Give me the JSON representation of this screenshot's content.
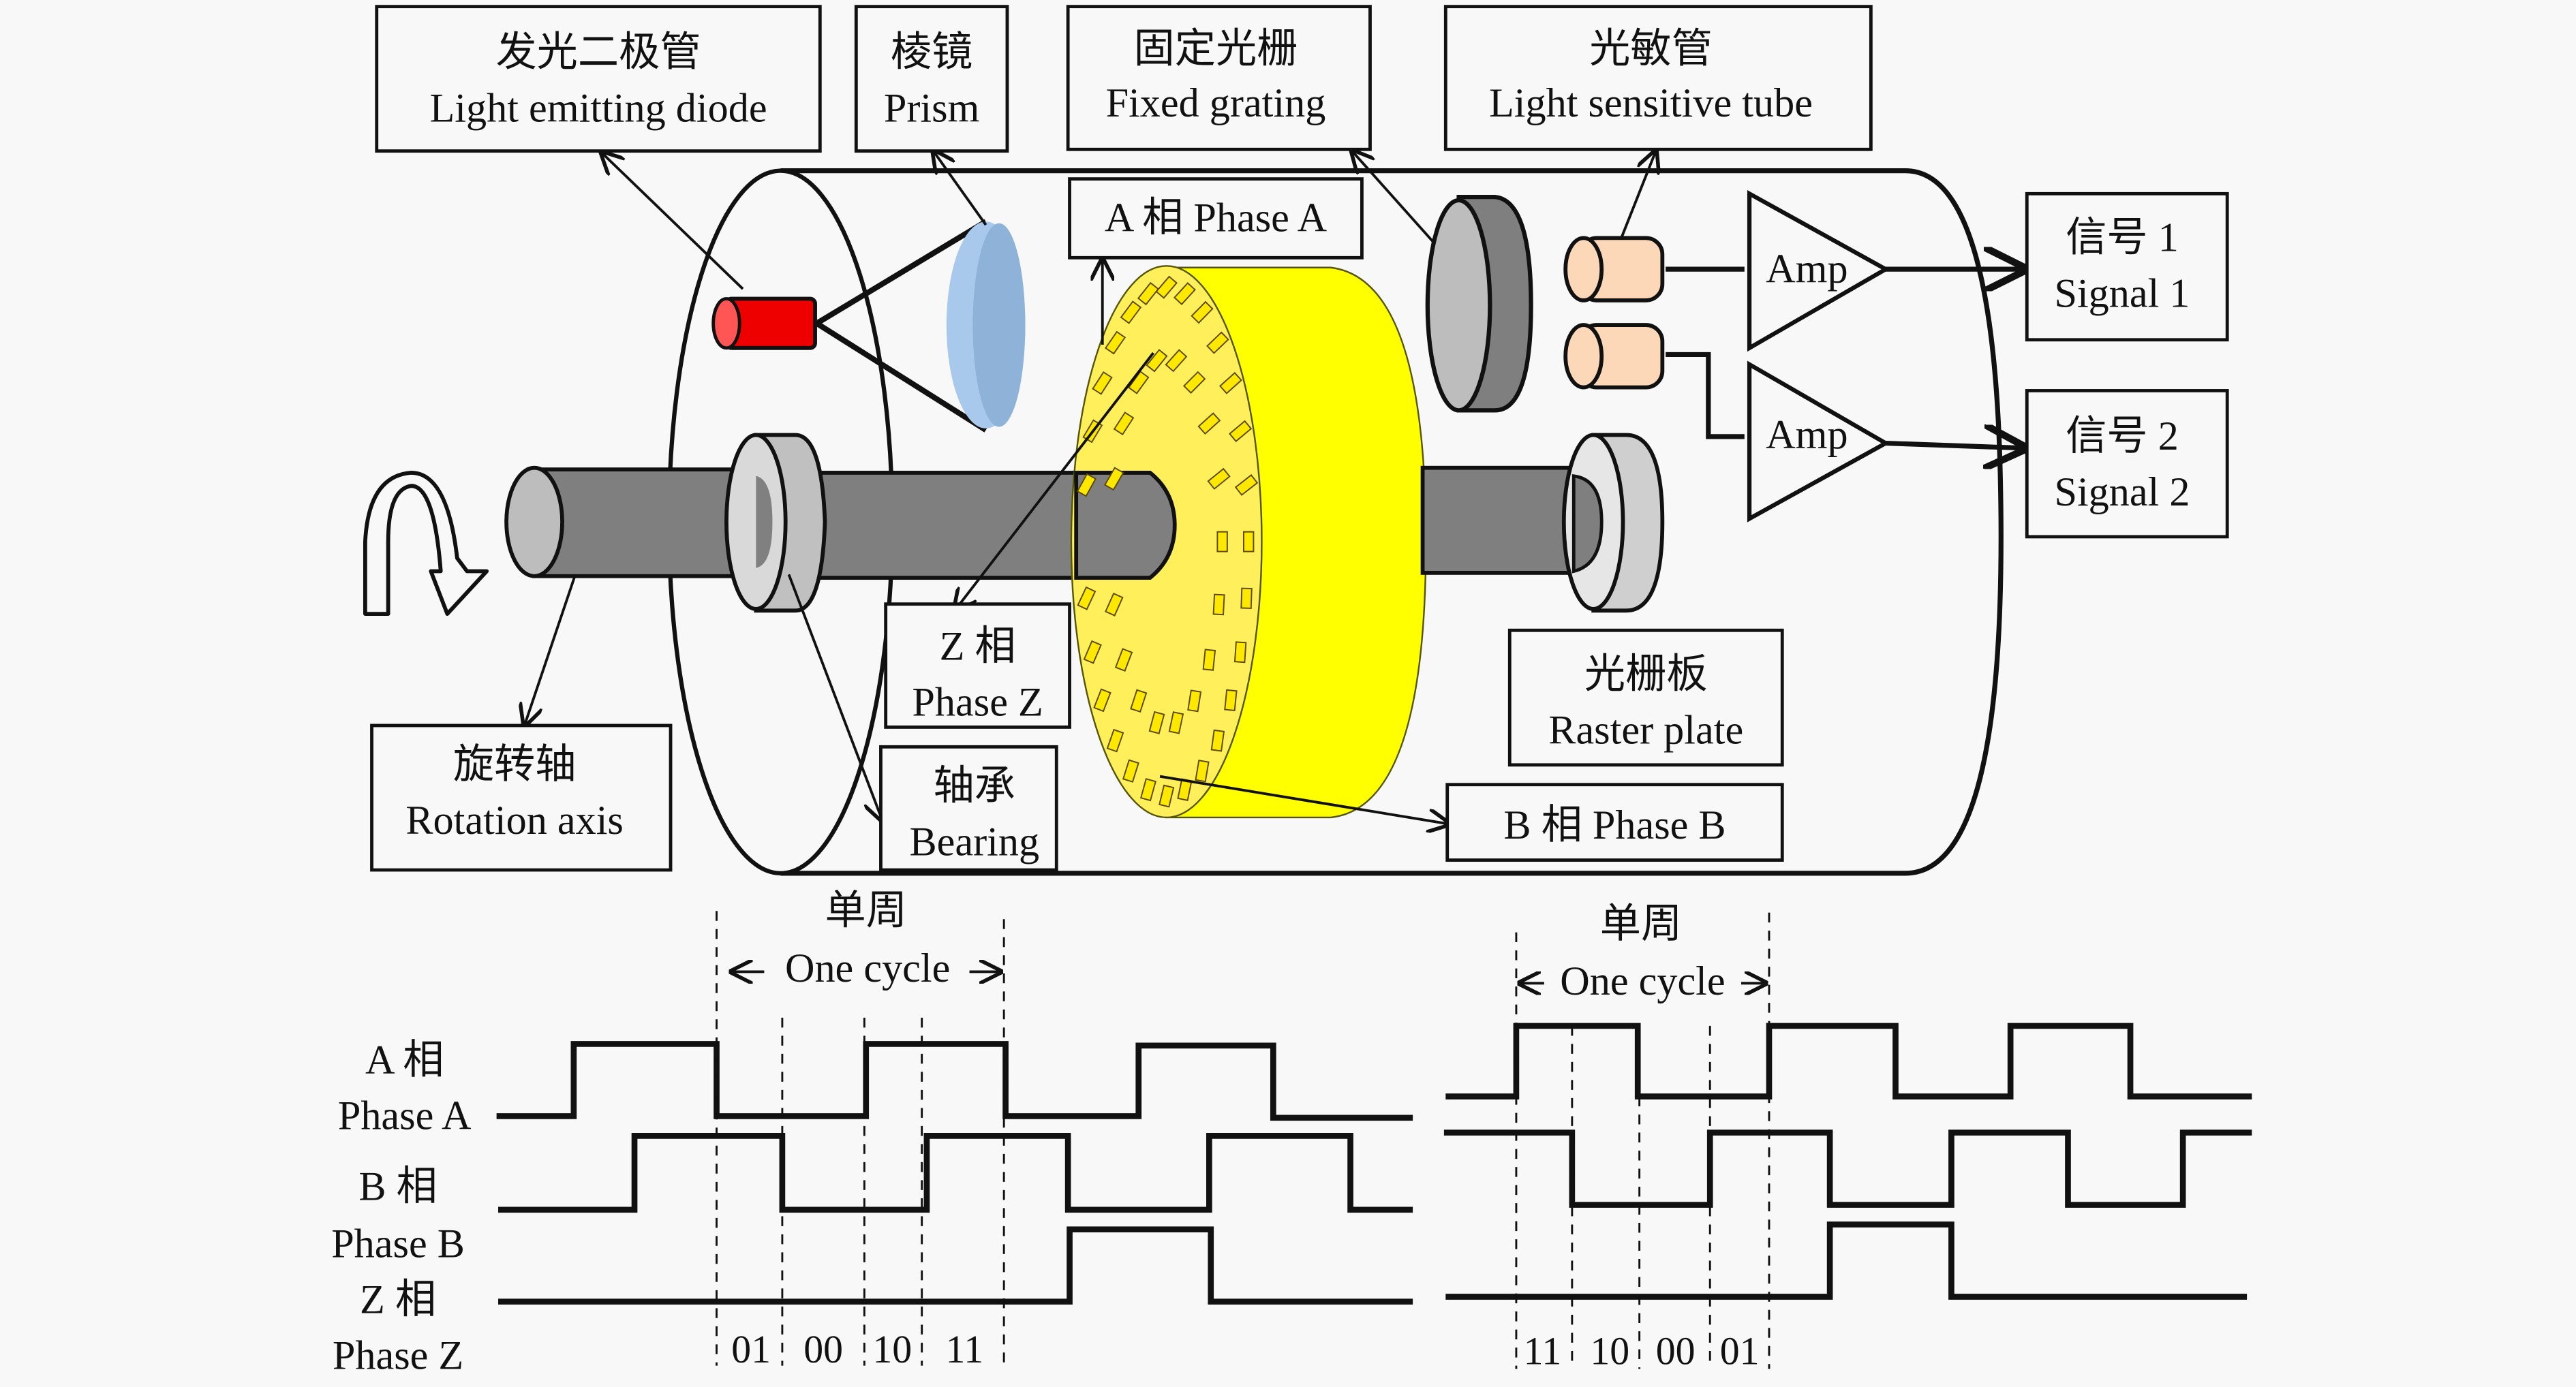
{
  "labels": {
    "led": {
      "zh": "发光二极管",
      "en": "Light emitting diode"
    },
    "prism": {
      "zh": "棱镜",
      "en": "Prism"
    },
    "fixed_grating": {
      "zh": "固定光栅",
      "en": "Fixed grating"
    },
    "light_tube": {
      "zh": "光敏管",
      "en": "Light sensitive tube"
    },
    "phase_a": "A 相 Phase A",
    "signal1": {
      "zh": "信号 1",
      "en": "Signal 1"
    },
    "signal2": {
      "zh": "信号 2",
      "en": "Signal 2"
    },
    "amp1": "Amp",
    "amp2": "Amp",
    "phase_z": {
      "zh": "Z 相",
      "en": "Phase Z"
    },
    "bearing": {
      "zh": "轴承",
      "en": "Bearing"
    },
    "rotation_axis": {
      "zh": "旋转轴",
      "en": "Rotation axis"
    },
    "raster_plate": {
      "zh": "光栅板",
      "en": "Raster plate"
    },
    "phase_b": "B 相 Phase B"
  },
  "colors": {
    "led": "#ee0000",
    "prism": "#a9c9ec",
    "disk_face": "#ffef5a",
    "disk_side": "#ffff00",
    "shaft": "#7f7f7f",
    "bearing": "#c0c0c0",
    "grating_dark": "#808080",
    "tube": "#fcd8b8"
  },
  "waveforms": {
    "row_labels": [
      {
        "zh": "A 相",
        "en": "Phase A"
      },
      {
        "zh": "B 相",
        "en": "Phase B"
      },
      {
        "zh": "Z 相",
        "en": "Phase Z"
      }
    ],
    "left": {
      "cycle_zh": "单周",
      "cycle_en": "One cycle",
      "states": [
        "01",
        "00",
        "10",
        "11"
      ],
      "direction": "forward"
    },
    "right": {
      "cycle_zh": "单周",
      "cycle_en": "One cycle",
      "states": [
        "11",
        "10",
        "00",
        "01"
      ],
      "direction": "reverse"
    }
  }
}
